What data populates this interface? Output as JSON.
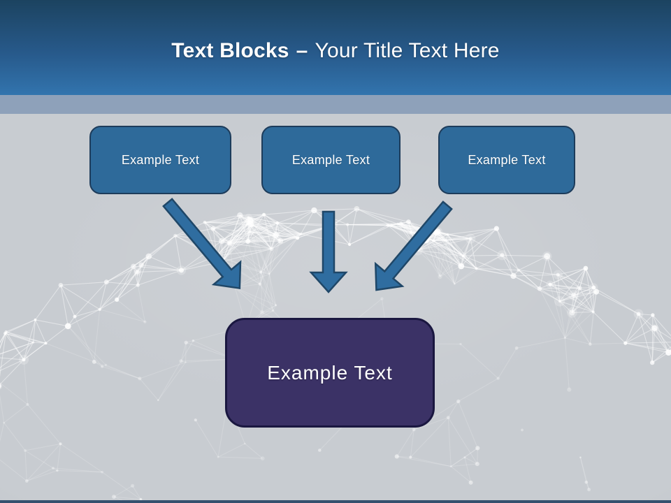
{
  "slide": {
    "title": {
      "bold": "Text Blocks",
      "separator": "–",
      "regular": "Your Title Text Here"
    },
    "blocks": [
      {
        "label": "Example Text"
      },
      {
        "label": "Example Text"
      },
      {
        "label": "Example Text"
      }
    ],
    "result_block": {
      "label": "Example Text"
    },
    "icons": {
      "arrow_left": "arrow-down-right-icon",
      "arrow_middle": "arrow-down-icon",
      "arrow_right": "arrow-down-left-icon"
    },
    "colors": {
      "header_top": "#1C4360",
      "header_bottom": "#3274AE",
      "band": "#8EA1BA",
      "canvas_bg": "#C8CCD1",
      "block_fill": "#2E6A9A",
      "block_border": "#1D3C5B",
      "block_text": "#FFFFFF",
      "title_text": "#FFFFFF",
      "arrow_fill": "#2F6DA0",
      "arrow_border": "#1F4768",
      "result_fill": "#3B3266",
      "result_border": "#1A1740",
      "bottom_edge": "#35516F",
      "plexus": "#FFFFFF"
    }
  }
}
